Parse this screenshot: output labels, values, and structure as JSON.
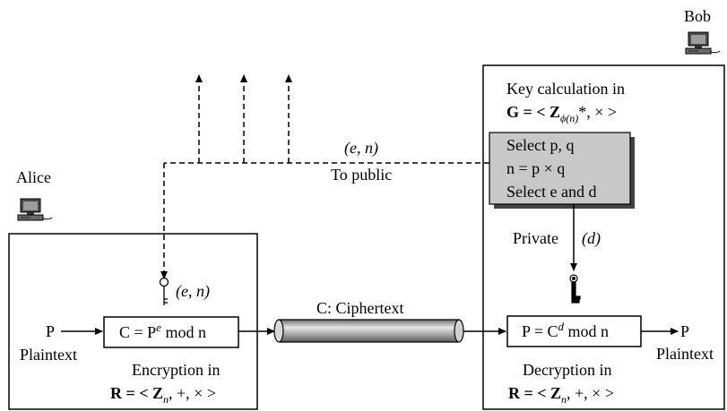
{
  "people": {
    "alice": "Alice",
    "bob": "Bob"
  },
  "public_channel": {
    "key_pair": "(e, n)",
    "label": "To public"
  },
  "bob_box": {
    "key_calc_line1": "Key calculation in",
    "key_calc_line2_prefix": "G = < Z",
    "key_calc_line2_sub": "ϕ(n)",
    "key_calc_line2_suffix": "*, × >"
  },
  "key_generation": {
    "line1": "Select p, q",
    "line2": "n = p × q",
    "line3": "Select e and d",
    "fill_color": "#c8c8c8"
  },
  "private_channel": {
    "label": "Private",
    "key": "(d)"
  },
  "alice_key_label": "(e, n)",
  "encryption": {
    "input": "P",
    "input_label": "Plaintext",
    "formula_prefix": "C = P",
    "formula_sup": "e",
    "formula_suffix": " mod n",
    "caption_line1": "Encryption in",
    "caption_line2_prefix": "R = < Z",
    "caption_line2_sub": "n",
    "caption_line2_suffix": ", +, × >"
  },
  "channel": {
    "label": "C: Ciphertext"
  },
  "decryption": {
    "formula_prefix": "P = C",
    "formula_sup": "d",
    "formula_suffix": " mod n",
    "output": "P",
    "output_label": "Plaintext",
    "caption_line1": "Decryption in",
    "caption_line2_prefix": "R = < Z",
    "caption_line2_sub": "n",
    "caption_line2_suffix": ", +, × >"
  },
  "icons": {
    "computer": "computer-icon",
    "key": "key-icon"
  }
}
